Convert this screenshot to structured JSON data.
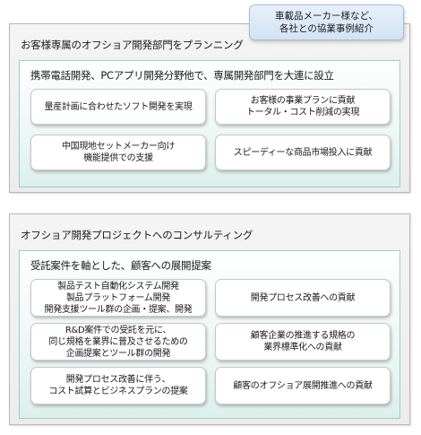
{
  "callout": "車載品メーカー様など、\n各社との協業事例紹介",
  "sections": [
    {
      "title": "お客様専属のオフショア開発部門をプランニング",
      "subtitle": "携帯電話開発、PCアプリ開発分野他で、専属開発部門を大連に設立",
      "cards": [
        "量産計画に合わせたソフト開発を実現",
        "お客様の事業プランに貢献\nトータル・コスト削減の実現",
        "中国現地セットメーカー向け\n機能提供での支援",
        "スピーディーな商品市場投入に貢献"
      ]
    },
    {
      "title": "オフショア開発プロジェクトへのコンサルティング",
      "subtitle": "受託案件を軸とした、顧客への展開提案",
      "cards": [
        "製品テスト自動化システム開発\n製品プラットフォーム開発\n開発支援ツール群の企画・提案、開発",
        "開発プロセス改善への貢献",
        "R&D案件での受託を元に、\n同じ規格を業界に普及させるための\n企画提案とツール群の開発",
        "顧客企業の推進する規格の\n業界標準化への貢献",
        "開発プロセス改善に伴う、\nコスト試算とビジネスプランの提案",
        "顧客のオフショア展開推進への貢献"
      ]
    }
  ]
}
